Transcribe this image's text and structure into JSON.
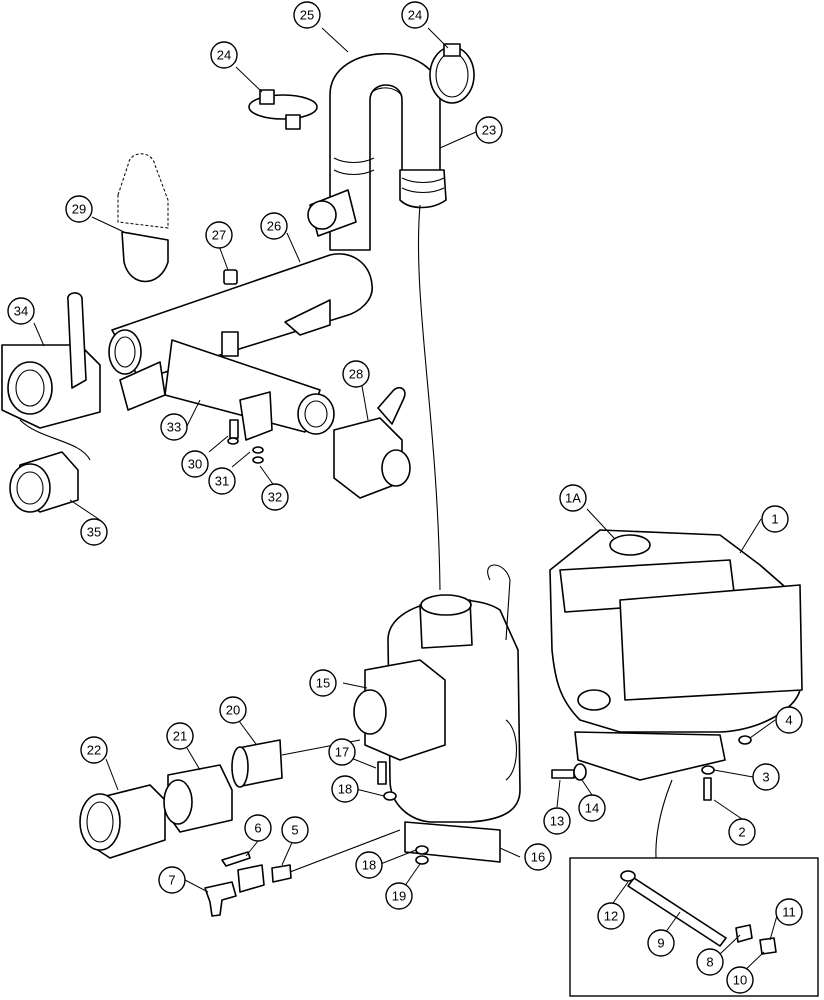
{
  "diagram": {
    "callouts": [
      {
        "label": "25"
      },
      {
        "label": "24"
      },
      {
        "label": "24"
      },
      {
        "label": "23"
      },
      {
        "label": "29"
      },
      {
        "label": "27"
      },
      {
        "label": "26"
      },
      {
        "label": "34"
      },
      {
        "label": "28"
      },
      {
        "label": "33"
      },
      {
        "label": "30"
      },
      {
        "label": "31"
      },
      {
        "label": "32"
      },
      {
        "label": "35"
      },
      {
        "label": "1A"
      },
      {
        "label": "1"
      },
      {
        "label": "15"
      },
      {
        "label": "20"
      },
      {
        "label": "21"
      },
      {
        "label": "22"
      },
      {
        "label": "17"
      },
      {
        "label": "18"
      },
      {
        "label": "4"
      },
      {
        "label": "3"
      },
      {
        "label": "13"
      },
      {
        "label": "14"
      },
      {
        "label": "2"
      },
      {
        "label": "6"
      },
      {
        "label": "5"
      },
      {
        "label": "16"
      },
      {
        "label": "18"
      },
      {
        "label": "19"
      },
      {
        "label": "7"
      },
      {
        "label": "12"
      },
      {
        "label": "11"
      },
      {
        "label": "9"
      },
      {
        "label": "8"
      },
      {
        "label": "10"
      }
    ]
  }
}
